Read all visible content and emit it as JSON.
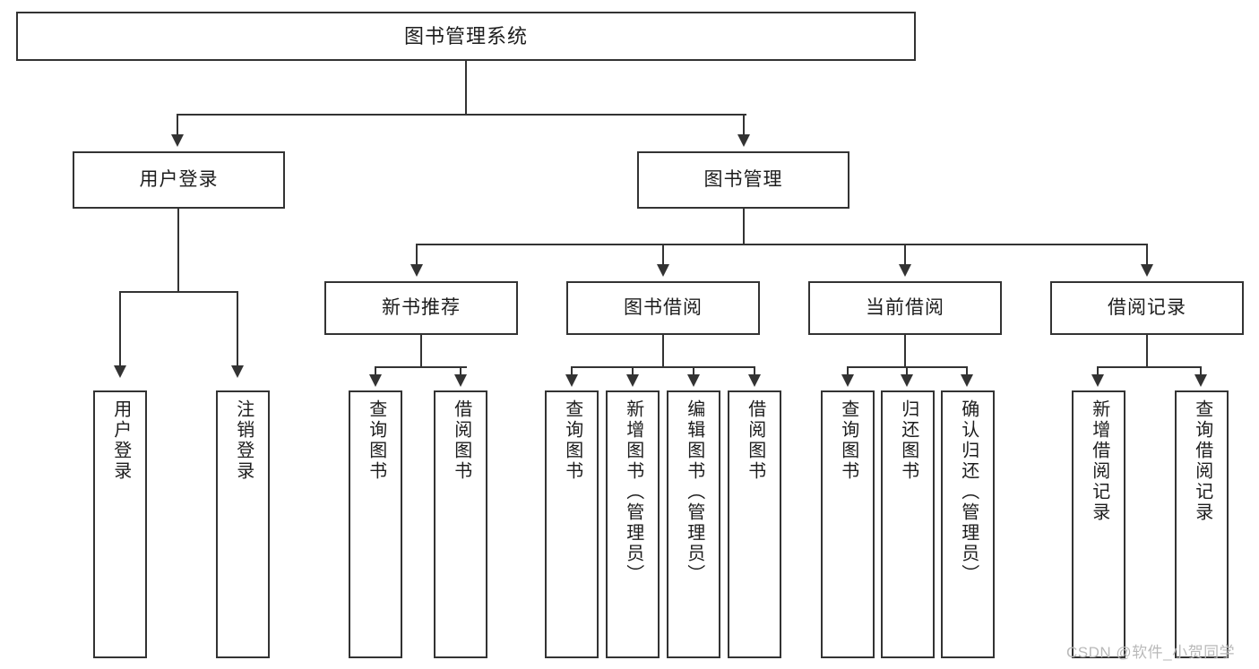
{
  "diagram": {
    "title": "图书管理系统",
    "type": "hierarchy-tree",
    "root": {
      "label": "图书管理系统"
    },
    "level2": [
      {
        "label": "用户登录"
      },
      {
        "label": "图书管理"
      }
    ],
    "level3": [
      {
        "label": "新书推荐"
      },
      {
        "label": "图书借阅"
      },
      {
        "label": "当前借阅"
      },
      {
        "label": "借阅记录"
      }
    ],
    "leaves": {
      "user_login": [
        {
          "label": "用户登录"
        },
        {
          "label": "注销登录"
        }
      ],
      "new_book_recommend": [
        {
          "label": "查询图书"
        },
        {
          "label": "借阅图书"
        }
      ],
      "book_borrow": [
        {
          "label": "查询图书"
        },
        {
          "label": "新增图书（管理员）"
        },
        {
          "label": "编辑图书（管理员）"
        },
        {
          "label": "借阅图书"
        }
      ],
      "current_borrow": [
        {
          "label": "查询图书"
        },
        {
          "label": "归还图书"
        },
        {
          "label": "确认归还（管理员）"
        }
      ],
      "borrow_record": [
        {
          "label": "新增借阅记录"
        },
        {
          "label": "查询借阅记录"
        }
      ]
    }
  },
  "watermark": {
    "text": "CSDN @软件_小贺同学"
  },
  "colors": {
    "box_border": "#333333",
    "box_fill": "#ffffff",
    "text": "#1d1d1d",
    "connector": "#333333",
    "watermark": "#b9b9b9"
  }
}
